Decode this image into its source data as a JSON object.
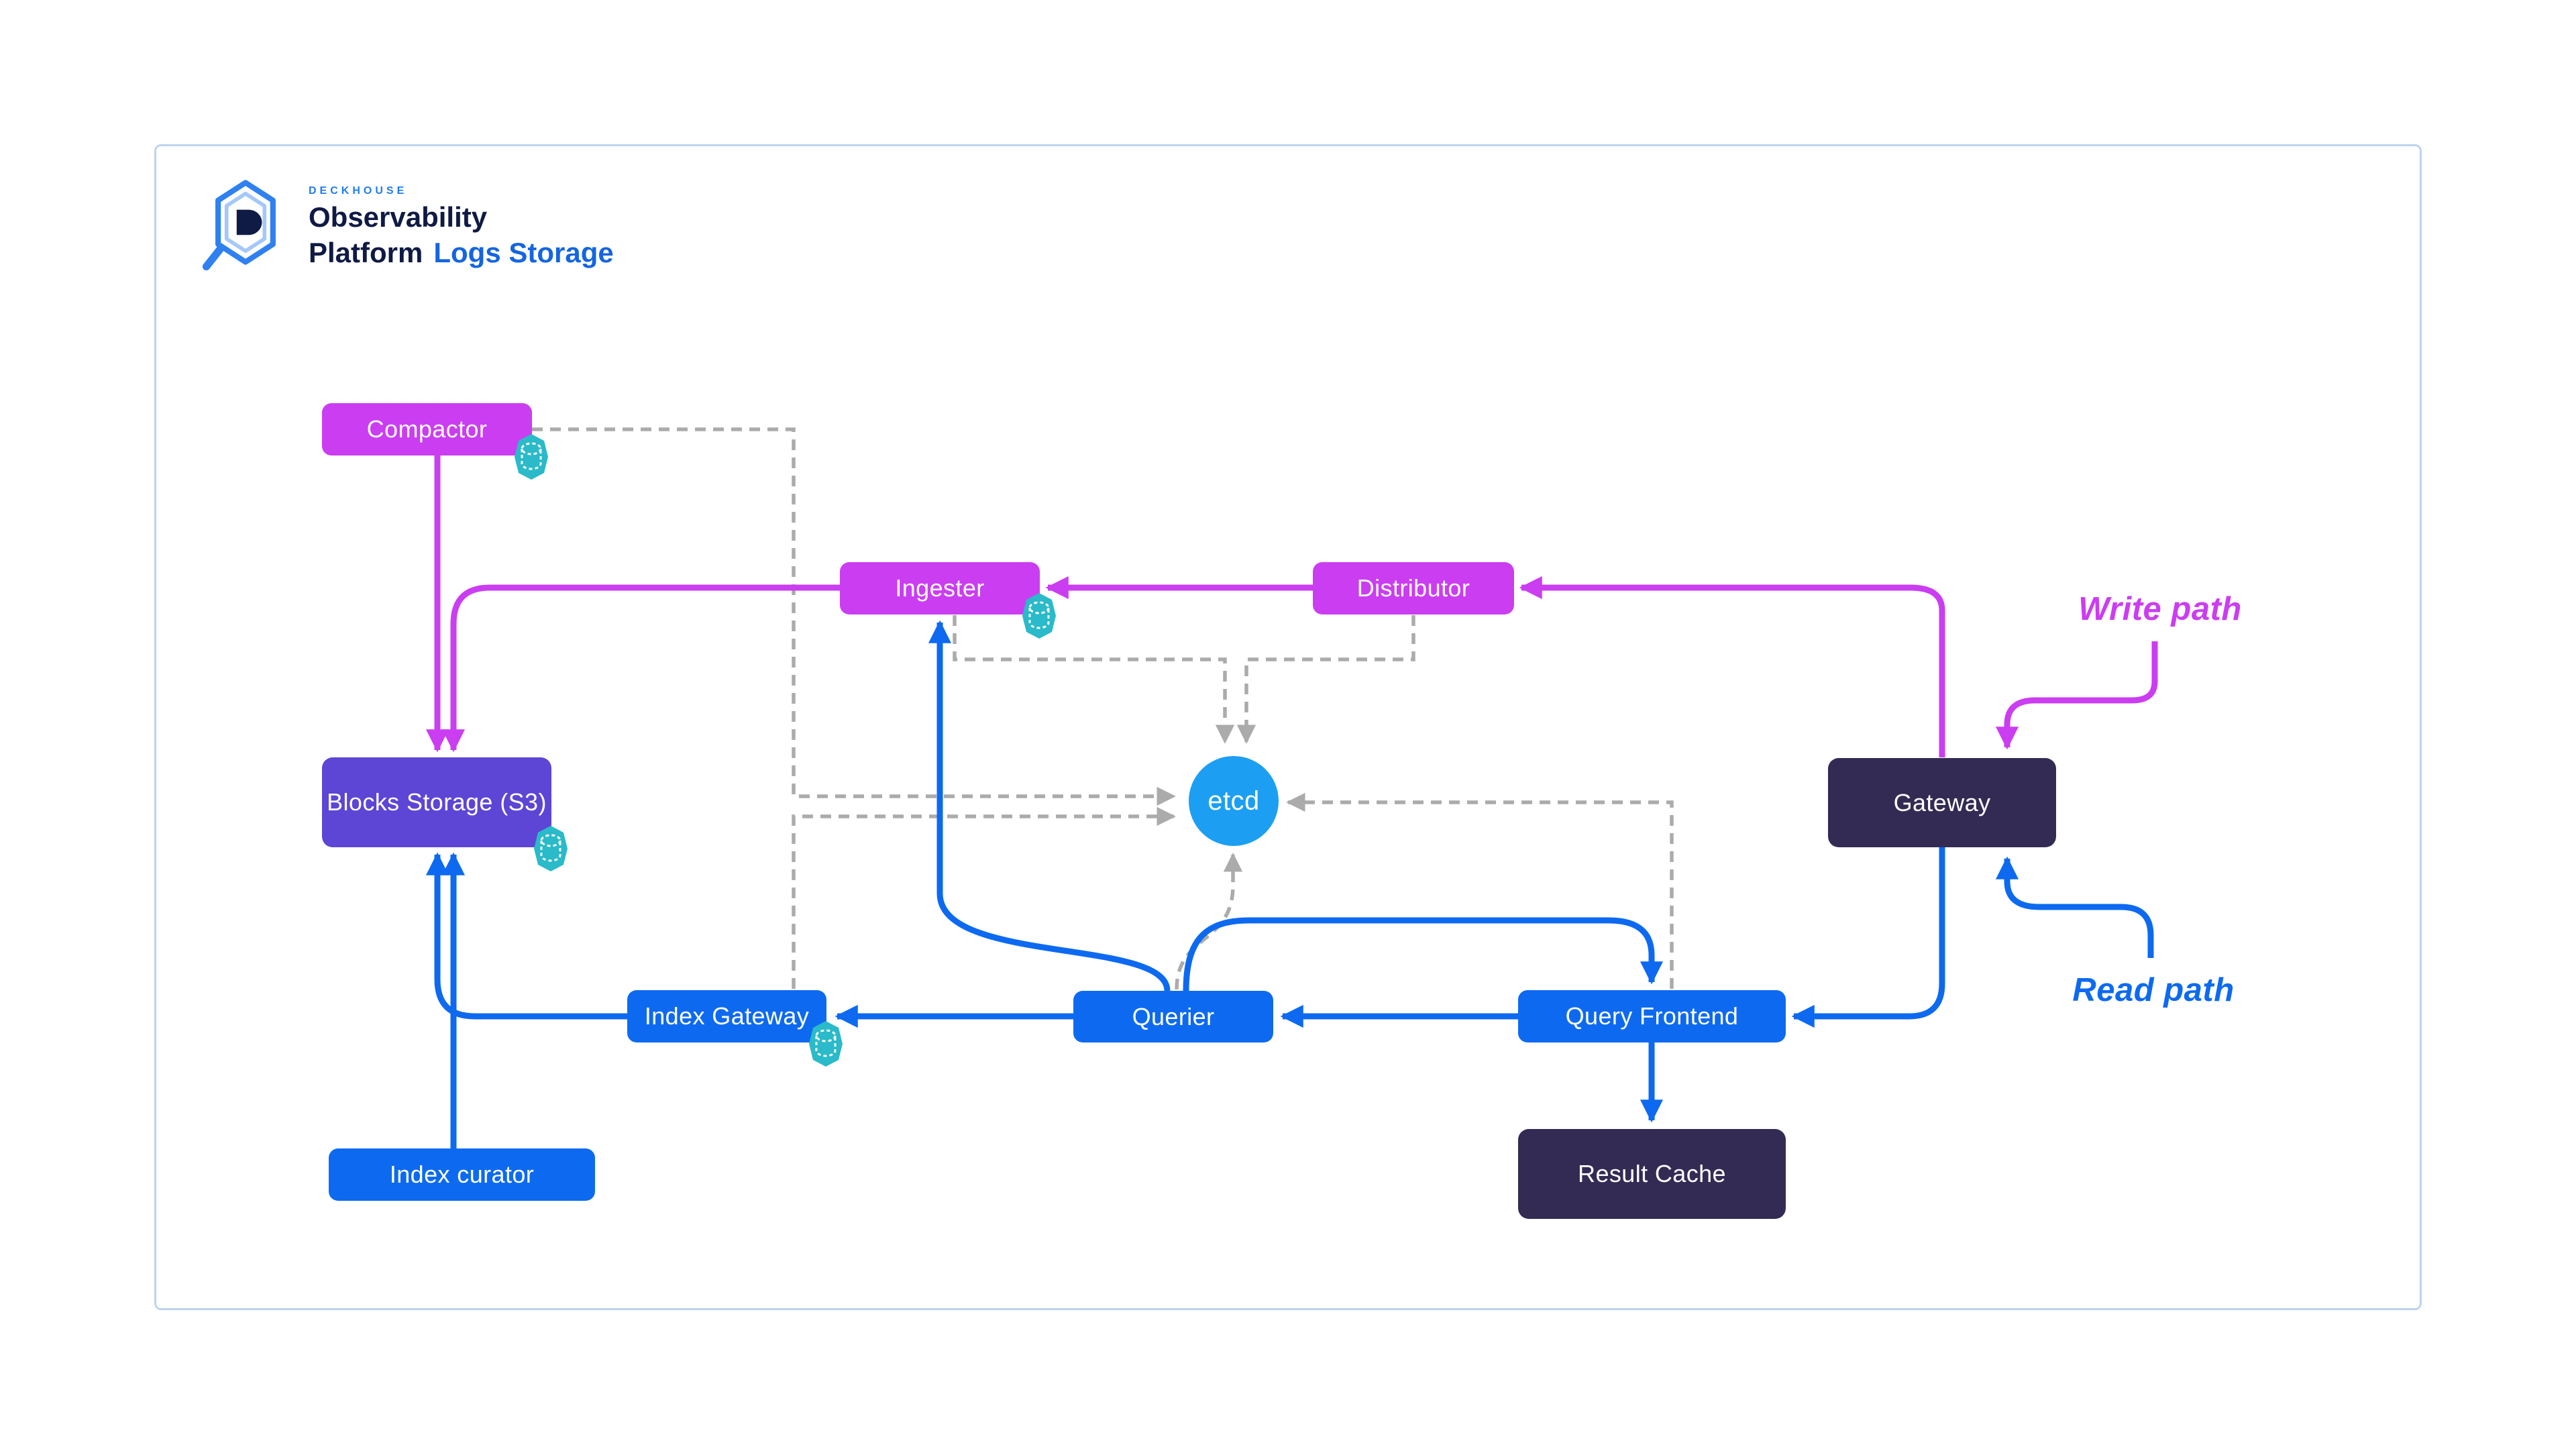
{
  "logo": {
    "brand": "DECKHOUSE",
    "title_line1": "Observability",
    "title_line2": "Platform",
    "subtitle": "Logs Storage"
  },
  "nodes": {
    "compactor": {
      "label": "Compactor"
    },
    "ingester": {
      "label": "Ingester"
    },
    "distributor": {
      "label": "Distributor"
    },
    "etcd": {
      "label": "etcd"
    },
    "blocks_storage": {
      "label": "Blocks Storage (S3)"
    },
    "gateway": {
      "label": "Gateway"
    },
    "index_gateway": {
      "label": "Index Gateway"
    },
    "querier": {
      "label": "Querier"
    },
    "query_frontend": {
      "label": "Query Frontend"
    },
    "result_cache": {
      "label": "Result Cache"
    },
    "index_curator": {
      "label": "Index curator"
    }
  },
  "legend": {
    "write_path": "Write path",
    "read_path": "Read path"
  },
  "colors": {
    "write_magenta": "#cb3df1",
    "read_blue": "#0d6af0",
    "blocks_purple": "#5d45d5",
    "dark_navy": "#332b54",
    "etcd_blue": "#1c9ff2",
    "storage_badge_teal": "#2abac9",
    "dashed_gray": "#ababab",
    "frame_border": "#bcd4f0",
    "brand_blue": "#1f7cf3",
    "logo_navy": "#0f1a45",
    "subtitle_blue": "#1565e0"
  },
  "edges": [
    {
      "from": "Gateway",
      "to": "Distributor",
      "path": "write"
    },
    {
      "from": "Distributor",
      "to": "Ingester",
      "path": "write"
    },
    {
      "from": "Ingester",
      "to": "Blocks Storage (S3)",
      "path": "write"
    },
    {
      "from": "Compactor",
      "to": "Blocks Storage (S3)",
      "path": "write"
    },
    {
      "from": "Gateway",
      "to": "Query Frontend",
      "path": "read"
    },
    {
      "from": "Query Frontend",
      "to": "Querier",
      "path": "read"
    },
    {
      "from": "Querier",
      "to": "Query Frontend",
      "path": "read"
    },
    {
      "from": "Query Frontend",
      "to": "Result Cache",
      "path": "read"
    },
    {
      "from": "Querier",
      "to": "Index Gateway",
      "path": "read"
    },
    {
      "from": "Querier",
      "to": "Ingester",
      "path": "read"
    },
    {
      "from": "Index Gateway",
      "to": "Blocks Storage (S3)",
      "path": "read"
    },
    {
      "from": "Index curator",
      "to": "Blocks Storage (S3)",
      "path": "read"
    },
    {
      "from": "Compactor",
      "to": "etcd",
      "path": "internal"
    },
    {
      "from": "Index Gateway",
      "to": "etcd",
      "path": "internal"
    },
    {
      "from": "Ingester",
      "to": "etcd",
      "path": "internal"
    },
    {
      "from": "Distributor",
      "to": "etcd",
      "path": "internal"
    },
    {
      "from": "Querier",
      "to": "etcd",
      "path": "internal"
    },
    {
      "from": "Query Frontend",
      "to": "etcd",
      "path": "internal"
    }
  ]
}
